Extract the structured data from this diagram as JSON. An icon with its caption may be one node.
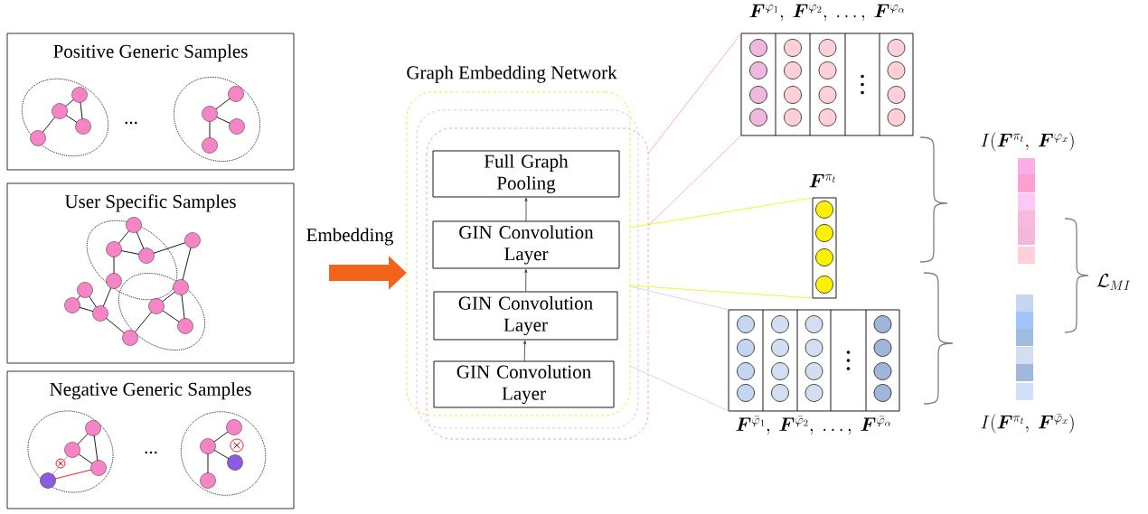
{
  "diagram": {
    "nodes": [
      {
        "text": [
          "Positive Generic Samples"
        ]
      },
      {
        "text": [
          "User Specific Samples"
        ]
      },
      {
        "text": [
          "Negative Generic Samples"
        ]
      },
      {
        "text": [
          "Graph Embedding Network"
        ]
      },
      {
        "text": [
          "Full Graph Pooling"
        ],
        "in": 3
      },
      {
        "text": [
          "GIN Convolution Layer"
        ],
        "in": 3
      },
      {
        "text": [
          "GIN Convolution Layer"
        ],
        "in": 3
      },
      {
        "text": [
          "GIN Convolution Layer"
        ],
        "in": 3
      },
      {
        "text": [
          "\\bm{F}^{\\varphi_1},\\ \\bm{F}^{\\varphi_2},\\ \\ldots,\\ \\bm{F}^{\\varphi_\\alpha}"
        ]
      },
      {
        "text": [
          "\\bm{F}^{\\pi_t}"
        ]
      },
      {
        "text": [
          "\\bm{F}^{\\bar{\\varphi}_1},\\ \\bm{F}^{\\bar{\\varphi}_2},\\ \\ldots,\\ \\bm{F}^{\\bar{\\varphi}_\\alpha}"
        ]
      },
      {
        "text": [
          "I(\\bm{F}^{\\pi_t},\\ \\bm{F}^{\\varphi_x})"
        ]
      },
      {
        "text": [
          "I(\\bm{F}^{\\pi_t},\\ \\bm{F}^{\\bar{\\varphi}_x})"
        ]
      }
    ],
    "edges": [
      {
        "from": null,
        "to": 3,
        "arrow": "to",
        "label": "Embedding",
        "style": "thick",
        "color": "#f26419"
      },
      {
        "from": 7,
        "to": 6,
        "arrow": "to"
      },
      {
        "from": 6,
        "to": 5,
        "arrow": "to"
      },
      {
        "from": 5,
        "to": 4,
        "arrow": "to"
      },
      {
        "from": 3,
        "to": 9,
        "arrow": "none",
        "color": "#f0f000"
      },
      {
        "from": 3,
        "to": 9,
        "arrow": "none",
        "color": "#f0f000"
      },
      {
        "from": null,
        "to": 8,
        "arrow": "none",
        "color": "#ff9aa8"
      },
      {
        "from": null,
        "to": 8,
        "arrow": "none",
        "color": "#ff9aa8"
      },
      {
        "from": 3,
        "to": 10,
        "arrow": "none",
        "color": "#c8c8ff"
      },
      {
        "from": 3,
        "to": 10,
        "arrow": "none",
        "color": "#c8c8ff"
      }
    ],
    "labels": [
      "...",
      "...",
      "\\mathcal{L}_{MI}"
    ]
  }
}
